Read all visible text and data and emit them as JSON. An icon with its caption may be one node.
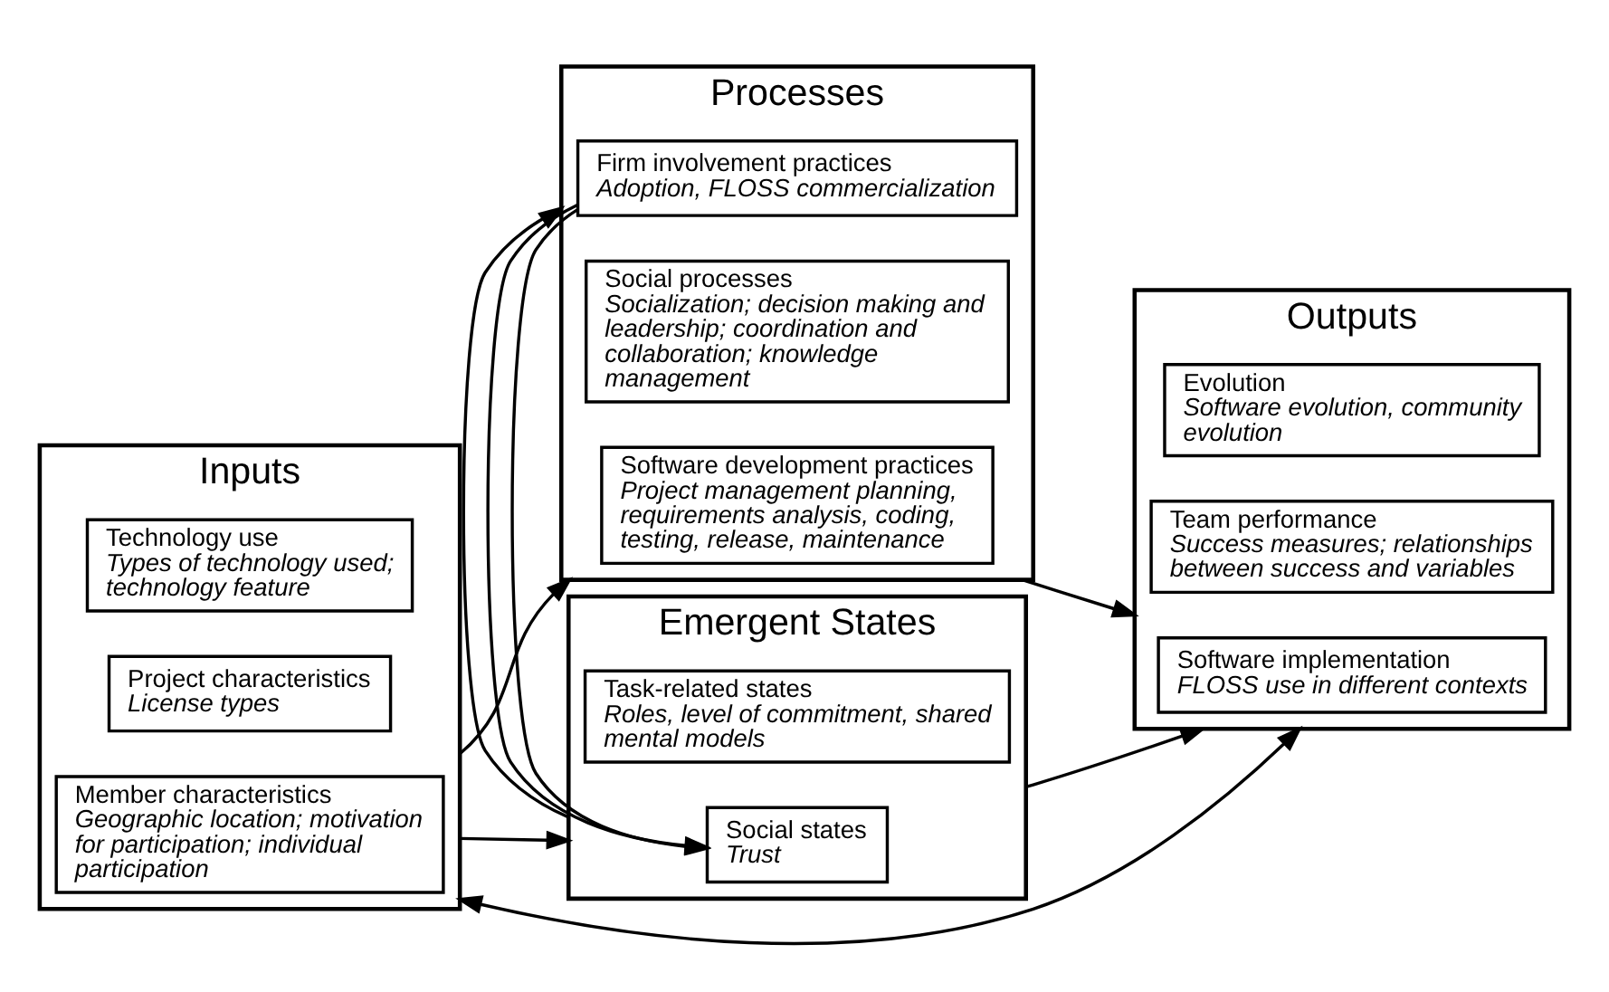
{
  "diagram": {
    "nodes": [
      {
        "text": [
          "Inputs"
        ]
      },
      {
        "text": [
          "Member characteristics",
          "Geographic location; motivation for participation; individual participation"
        ],
        "in": 0
      },
      {
        "text": [
          "Project characteristics",
          "License types"
        ],
        "in": 0
      },
      {
        "text": [
          "Technology use",
          "Types of technology used; technology feature"
        ],
        "in": 0
      },
      {
        "text": [
          "Processes"
        ]
      },
      {
        "text": [
          "Software development practices",
          "Project management planning, requirements analysis, coding, testing, release, maintenance"
        ],
        "in": 4
      },
      {
        "text": [
          "Social processes",
          "Socialization; decision making and leadership; coordination and collaboration; knowledge management"
        ],
        "in": 4
      },
      {
        "text": [
          "Firm involvement practices",
          "Adoption, FLOSS commercialization"
        ],
        "in": 4
      },
      {
        "text": [
          "Emergent States"
        ]
      },
      {
        "text": [
          "Social states",
          "Trust"
        ],
        "in": 8
      },
      {
        "text": [
          "Task-related states",
          "Roles, level of commitment, shared mental models"
        ],
        "in": 8
      },
      {
        "text": [
          "Outputs"
        ]
      },
      {
        "text": [
          "Software implementation",
          "FLOSS use in different contexts"
        ],
        "in": 11
      },
      {
        "text": [
          "Team performance",
          "Success measures; relationships between success and variables"
        ],
        "in": 11
      },
      {
        "text": [
          "Evolution",
          "Software evolution, community evolution"
        ],
        "in": 11
      }
    ],
    "edges": [
      {
        "from": 0,
        "to": 4,
        "arrow": "to"
      },
      {
        "from": 0,
        "to": 8,
        "arrow": "to"
      },
      {
        "from": 4,
        "to": 8,
        "arrow": "to"
      },
      {
        "from": 8,
        "to": 4,
        "arrow": "to"
      },
      {
        "from": 4,
        "to": 11,
        "arrow": "to"
      },
      {
        "from": 8,
        "to": 11,
        "arrow": "to"
      },
      {
        "from": 11,
        "to": 0,
        "arrow": "both"
      }
    ]
  }
}
